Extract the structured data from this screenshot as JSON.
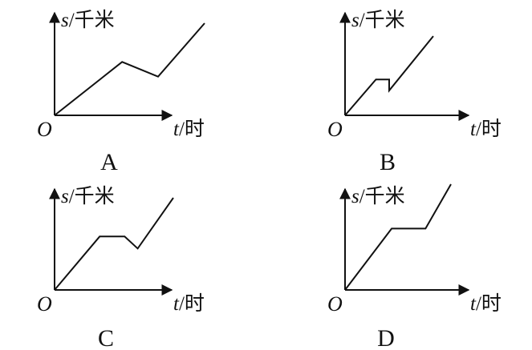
{
  "chart_data": [
    {
      "type": "line",
      "caption": "A",
      "ylabel_var": "s",
      "ylabel_unit": "/千米",
      "xlabel_var": "t",
      "xlabel_unit": "/时",
      "origin_label": "O",
      "points": [
        [
          0,
          0
        ],
        [
          0.45,
          0.58
        ],
        [
          0.69,
          0.42
        ],
        [
          1.0,
          1.0
        ]
      ]
    },
    {
      "type": "line",
      "caption": "B",
      "ylabel_var": "s",
      "ylabel_unit": "/千米",
      "xlabel_var": "t",
      "xlabel_unit": "/时",
      "origin_label": "O",
      "points": [
        [
          0,
          0
        ],
        [
          0.35,
          0.39
        ],
        [
          0.5,
          0.39
        ],
        [
          0.5,
          0.27
        ],
        [
          1.0,
          0.86
        ]
      ]
    },
    {
      "type": "line",
      "caption": "C",
      "ylabel_var": "s",
      "ylabel_unit": "/千米",
      "xlabel_var": "t",
      "xlabel_unit": "/时",
      "origin_label": "O",
      "points": [
        [
          0,
          0
        ],
        [
          0.38,
          0.58
        ],
        [
          0.59,
          0.58
        ],
        [
          0.7,
          0.45
        ],
        [
          1.0,
          1.0
        ]
      ]
    },
    {
      "type": "line",
      "caption": "D",
      "ylabel_var": "s",
      "ylabel_unit": "/千米",
      "xlabel_var": "t",
      "xlabel_unit": "/时",
      "origin_label": "O",
      "points": [
        [
          0,
          0
        ],
        [
          0.44,
          0.58
        ],
        [
          0.76,
          0.58
        ],
        [
          1.0,
          1.0
        ]
      ]
    }
  ]
}
